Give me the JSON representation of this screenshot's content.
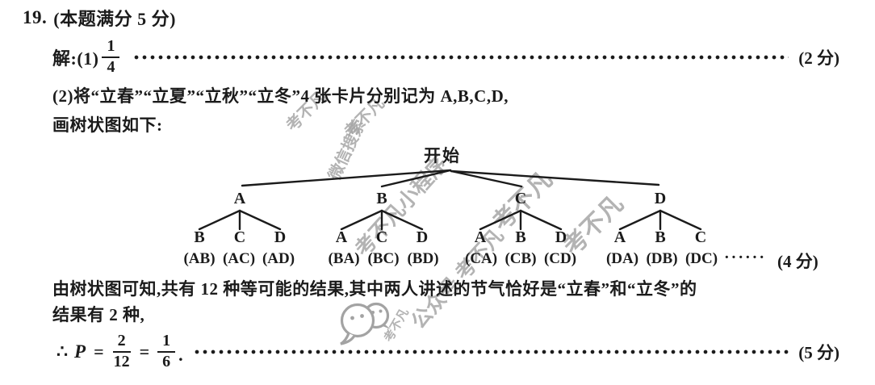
{
  "problem": {
    "number": "19.",
    "title": "(本题满分 5 分)",
    "part1": {
      "prefix": "解:(1)",
      "fraction": {
        "num": "1",
        "den": "4"
      },
      "score": "(2 分)"
    },
    "part2_line1": "(2)将“立春”“立夏”“立秋”“立冬”4 张卡片分别记为 A,B,C,D,",
    "part2_line2": "画树状图如下:",
    "analysis_line1": "由树状图可知,共有 12 种等可能的结果,其中两人讲述的节气恰好是“立春”和“立冬”的",
    "analysis_line2": "结果有 2 种,",
    "tree_score_dots": "······",
    "tree_score": "(4 分)",
    "conclusion": {
      "therefore": "∴",
      "p": "P",
      "eq1": "=",
      "frac1": {
        "num": "2",
        "den": "12"
      },
      "eq2": "=",
      "frac2": {
        "num": "1",
        "den": "6"
      },
      "period": ".",
      "score": "(5 分)"
    }
  },
  "tree": {
    "root": "开始",
    "subtrees": [
      {
        "root": "A",
        "children": [
          "B",
          "C",
          "D"
        ],
        "pairs": [
          "(AB)",
          "(AC)",
          "(AD)"
        ]
      },
      {
        "root": "B",
        "children": [
          "A",
          "C",
          "D"
        ],
        "pairs": [
          "(BA)",
          "(BC)",
          "(BD)"
        ]
      },
      {
        "root": "C",
        "children": [
          "A",
          "B",
          "D"
        ],
        "pairs": [
          "(CA)",
          "(CB)",
          "(CD)"
        ]
      },
      {
        "root": "D",
        "children": [
          "A",
          "B",
          "C"
        ],
        "pairs": [
          "(DA)",
          "(DB)",
          "(DC)"
        ]
      }
    ]
  },
  "watermarks": [
    {
      "text": "考不凡"
    },
    {
      "text": "考不凡"
    },
    {
      "text": "微信搜索"
    },
    {
      "text": "考不凡小程序"
    },
    {
      "text": "考不凡"
    },
    {
      "text": "考不凡"
    },
    {
      "text": "公众号 考不凡"
    },
    {
      "text": "考不凡"
    }
  ],
  "colors": {
    "ink": "#1b1b1b",
    "watermark": "#a6a6a6",
    "background": "#ffffff"
  }
}
